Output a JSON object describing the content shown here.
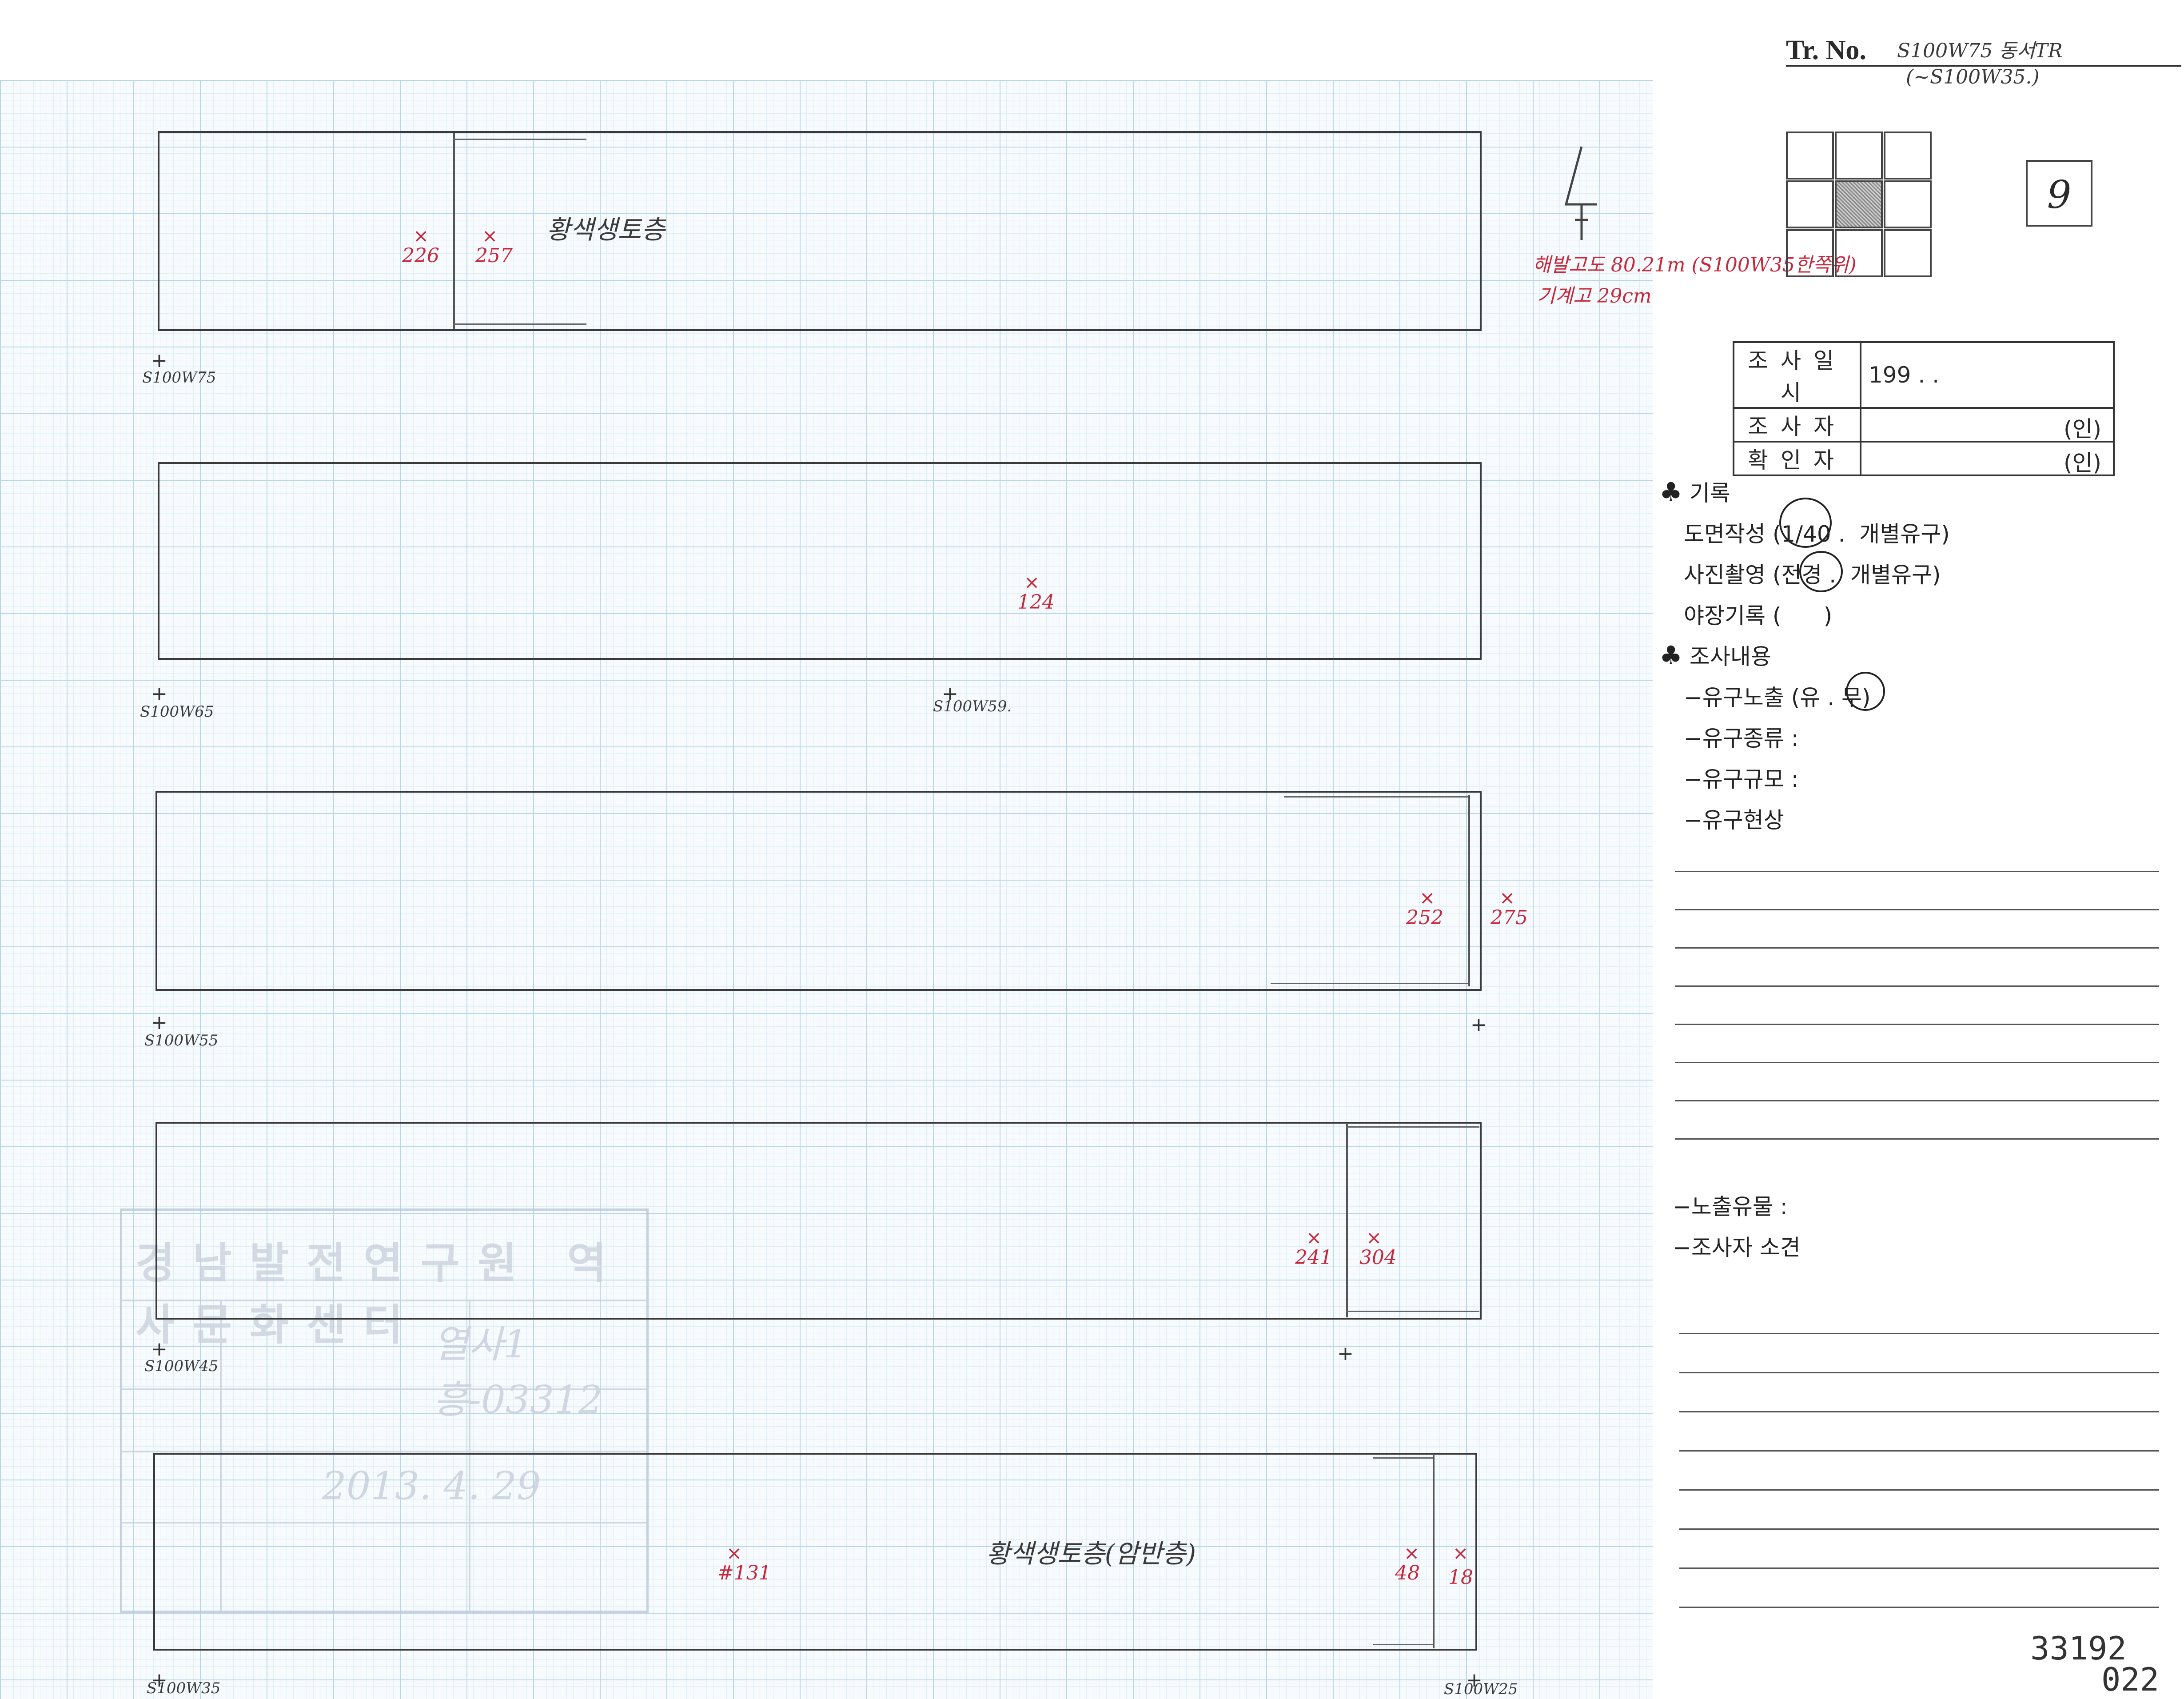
{
  "header": {
    "tr_label": "Tr. No.",
    "tr_value": "S100W75 동서TR",
    "tr_sub": "(~S100W35.)",
    "sheet_number": "9"
  },
  "north_note": {
    "line1": "해발고도 80.21m (S100W35한쪽위)",
    "line2": "기계고 29cm"
  },
  "survey_table": {
    "rows": [
      {
        "label": "조사일시",
        "value": "199 . .",
        "suffix": ""
      },
      {
        "label": "조사자",
        "value": "",
        "suffix": "(인)"
      },
      {
        "label": "확인자",
        "value": "",
        "suffix": "(인)"
      }
    ]
  },
  "record_section": {
    "club": "♣",
    "title": "기록",
    "drawing": "도면작성 (1/40 .  개별유구)",
    "photo": "사진촬영 (전경 .  개별유구)",
    "field_notes": "야장기록 (      )"
  },
  "content_section": {
    "club": "♣",
    "title": "조사내용",
    "exposure": "−유구노출 (유 . 무)",
    "type": "−유구종류 :",
    "scale": "−유구규모 :",
    "state": "−유구현상",
    "artifacts": "−노출유물 :",
    "opinion": "−조사자 소견"
  },
  "trenches": [
    {
      "label_start": "S100W75",
      "ann1": "226",
      "ann2": "257",
      "soil": "황색생토층"
    },
    {
      "label_start": "S100W65",
      "label_mid": "S100W59.",
      "ann1": "124"
    },
    {
      "label_start": "S100W55",
      "ann1": "252",
      "ann2": "275"
    },
    {
      "label_start": "S100W45",
      "ann1": "241",
      "ann2": "304"
    },
    {
      "label_start": "S100W35",
      "label_end": "S100W25",
      "ann1": "#131",
      "ann2": "48",
      "ann3": "18",
      "soil": "황색생토층(암반층)"
    }
  ],
  "stamp": {
    "title": "경남발전연구원 역사문화센터",
    "number": "열사1흥-03312",
    "date": "2013. 4. 29"
  },
  "footer": {
    "catalog": "33192",
    "page": "022"
  }
}
